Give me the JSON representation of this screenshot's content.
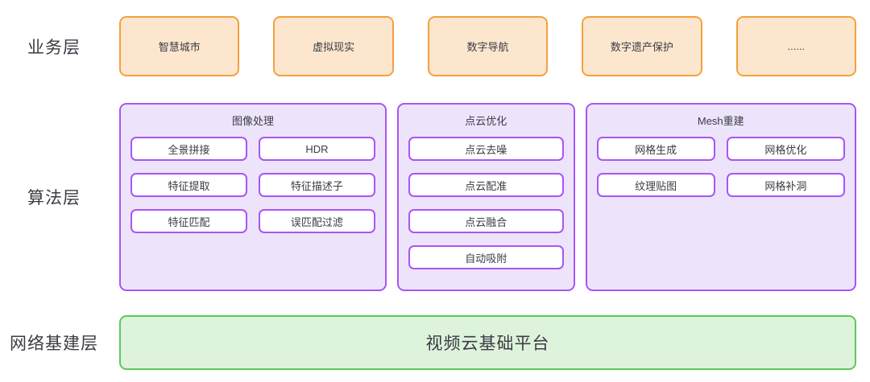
{
  "colors": {
    "business_border": "#f5a03c",
    "business_fill": "#fce7ce",
    "algorithm_border": "#a855f7",
    "algorithm_fill": "#ede4fb",
    "algorithm_item_fill": "#ffffff",
    "network_border": "#5cc85c",
    "network_fill": "#ddf3dc",
    "text": "#3b3b44",
    "background": "#ffffff"
  },
  "layers": [
    {
      "id": "business",
      "label": "业务层",
      "cards": [
        {
          "label": "智慧城市"
        },
        {
          "label": "虚拟现实"
        },
        {
          "label": "数字导航"
        },
        {
          "label": "数字遗产保护"
        },
        {
          "label": "......"
        }
      ]
    },
    {
      "id": "algorithm",
      "label": "算法层",
      "groups": [
        {
          "title": "图像处理",
          "columns": 2,
          "items": [
            {
              "label": "全景拼接"
            },
            {
              "label": "HDR"
            },
            {
              "label": "特征提取"
            },
            {
              "label": "特征描述子"
            },
            {
              "label": "特征匹配"
            },
            {
              "label": "误匹配过滤"
            }
          ]
        },
        {
          "title": "点云优化",
          "columns": 1,
          "items": [
            {
              "label": "点云去噪"
            },
            {
              "label": "点云配准"
            },
            {
              "label": "点云融合"
            },
            {
              "label": "自动吸附"
            }
          ]
        },
        {
          "title": "Mesh重建",
          "columns": 2,
          "items": [
            {
              "label": "网格生成"
            },
            {
              "label": "网格优化"
            },
            {
              "label": "纹理贴图"
            },
            {
              "label": "网格补洞"
            }
          ]
        }
      ]
    },
    {
      "id": "network",
      "label": "网络基建层",
      "platform": {
        "label": "视频云基础平台"
      }
    }
  ]
}
